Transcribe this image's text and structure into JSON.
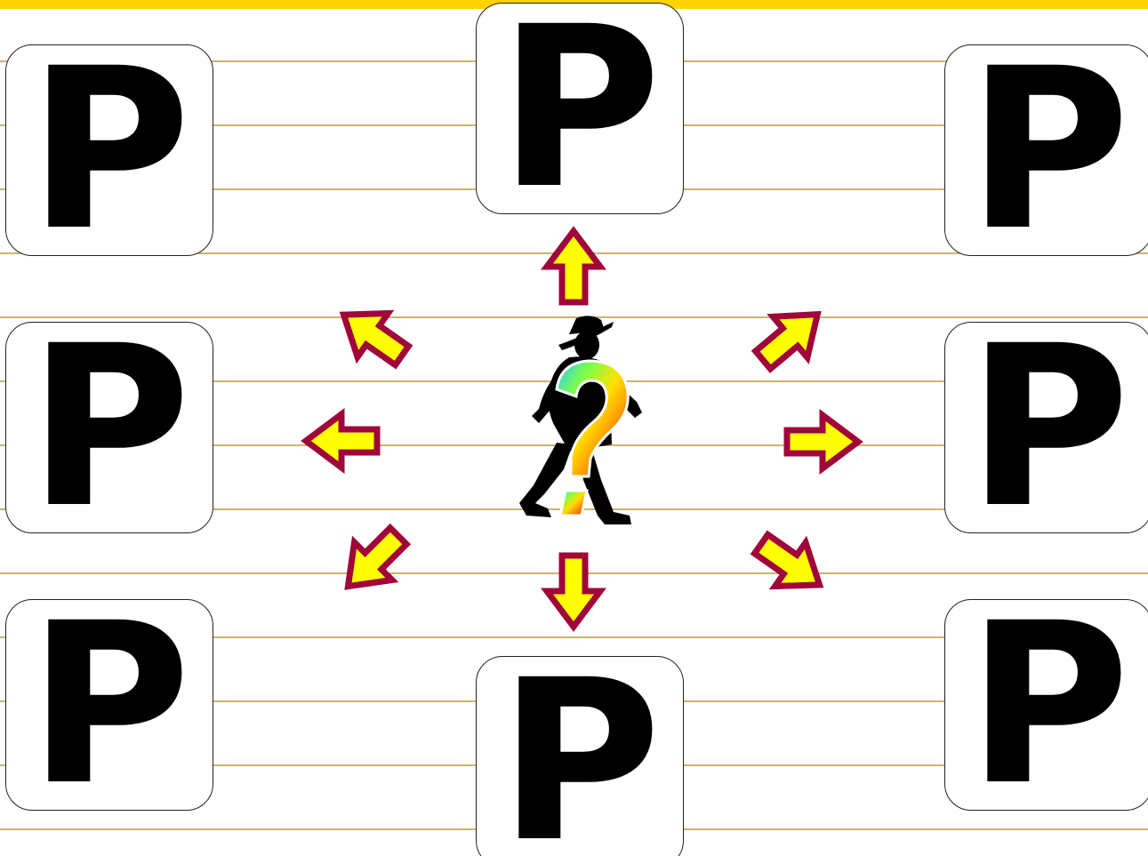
{
  "colors": {
    "top_bar": "#ffd200",
    "ruled_lines": "#c8b478",
    "sign_background": "#ffffff",
    "sign_letter": "#000000",
    "arrow_fill": "#ffff00",
    "arrow_outline": "#a0063a",
    "figure_silhouette": "#000000"
  },
  "parking_signs": [
    {
      "label": "P"
    },
    {
      "label": "P"
    },
    {
      "label": "P"
    },
    {
      "label": "P"
    },
    {
      "label": "P"
    },
    {
      "label": "P"
    },
    {
      "label": "P"
    },
    {
      "label": "P"
    }
  ],
  "arrows": {
    "count": 8,
    "directions": [
      "up",
      "up-right",
      "right",
      "down-right",
      "down",
      "down-left",
      "left",
      "up-left"
    ]
  },
  "center_figure": {
    "icon": "walking-man-with-question-mark-icon",
    "question_mark_style": "rainbow-gradient"
  }
}
